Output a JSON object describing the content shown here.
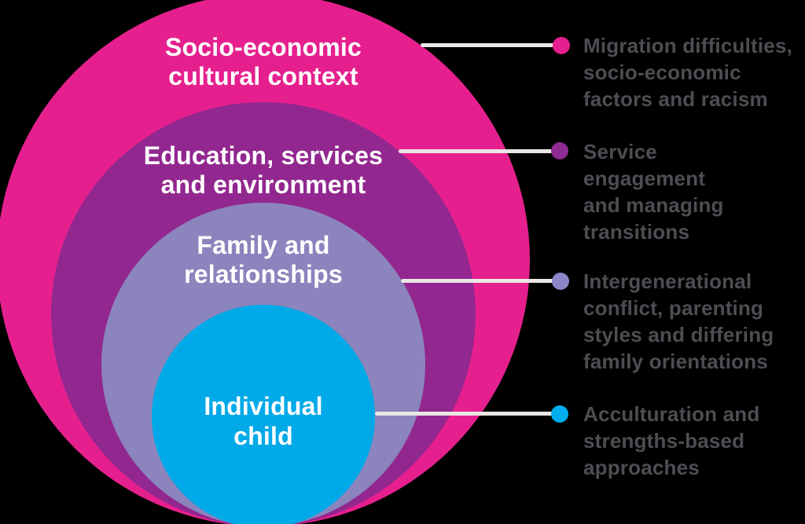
{
  "background_color": "#000000",
  "label_text_color": "#FFFFFF",
  "callout_text_color": "#4D4E53",
  "connector_color": "#EAE7E5",
  "rings": [
    {
      "label": "Socio-economic cultural context",
      "lines": [
        "Socio-economic",
        "cultural context"
      ],
      "color": "#E5208E"
    },
    {
      "label": "Education, services and environment",
      "lines": [
        "Education, services",
        "and environment"
      ],
      "color": "#92278F"
    },
    {
      "label": "Family and relationships",
      "lines": [
        "Family and",
        "relationships"
      ],
      "color": "#8B84BD"
    },
    {
      "label": "Individual child",
      "lines": [
        "Individual",
        "child"
      ],
      "color": "#00A9E8"
    }
  ],
  "callouts": [
    {
      "text": "Migration difficulties, socio-economic factors and racism",
      "lines": [
        "Migration difficulties,",
        "socio-economic",
        "factors and racism"
      ],
      "dot_color": "#E5208E"
    },
    {
      "text": "Service engagement and managing transitions",
      "lines": [
        "Service",
        "engagement",
        "and managing",
        "transitions"
      ],
      "dot_color": "#8F2B92"
    },
    {
      "text": "Intergenerational conflict, parenting styles and differing family orientations",
      "lines": [
        "Intergenerational",
        "conflict, parenting",
        "styles and differing",
        "family orientations"
      ],
      "dot_color": "#8C85C8"
    },
    {
      "text": "Acculturation and strengths-based approaches",
      "lines": [
        "Acculturation and",
        "strengths-based",
        "approaches"
      ],
      "dot_color": "#00AEEF"
    }
  ]
}
